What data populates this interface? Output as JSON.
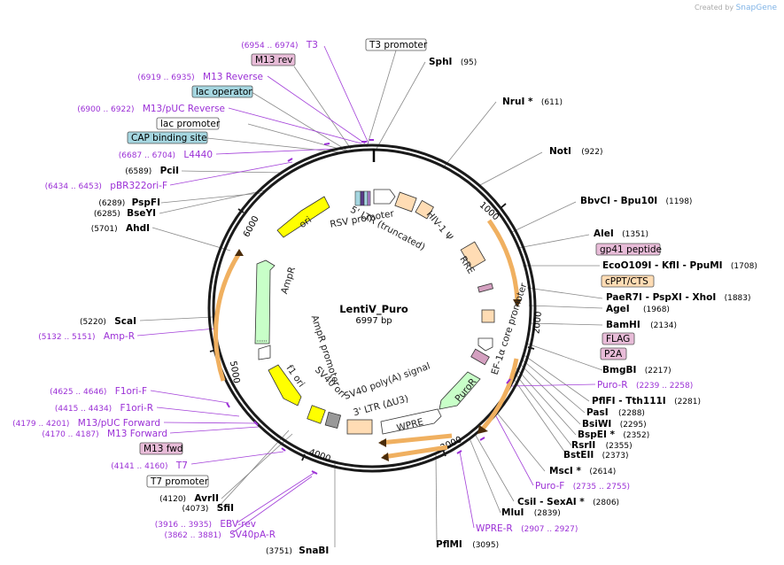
{
  "credit": {
    "prefix": "Created by",
    "brand": "SnapGene"
  },
  "plasmid": {
    "name": "LentiV_Puro",
    "size_label": "6997 bp",
    "size": 6997
  },
  "colors": {
    "enzyme": "#000000",
    "primer": "#9b30d6",
    "backbone": "#1a1a1a",
    "orf_yellow": "#ffff00",
    "orf_green": "#c8ffc8",
    "peach": "#ffdcb4",
    "blue_box": "#a5d6e0",
    "pink_box": "#e8bcd8",
    "orange_arrow": "#f0b060"
  },
  "ticks": [
    "1000",
    "2000",
    "3000",
    "4000",
    "5000",
    "6000"
  ],
  "enzymes_right": [
    {
      "name": "SphI",
      "pos": "(95)"
    },
    {
      "name": "NruI *",
      "pos": "(611)"
    },
    {
      "name": "NotI",
      "pos": "(922)"
    },
    {
      "name": "BbvCI   - Bpu10I",
      "pos": "(1198)"
    },
    {
      "name": "AleI",
      "pos": "(1351)"
    },
    {
      "name": "EcoO109I   - KflI   - PpuMI",
      "pos": "(1708)"
    },
    {
      "name": "PaeR7I   - PspXI   - XhoI",
      "pos": "(1883)"
    },
    {
      "name": "AgeI",
      "pos": "(1968)"
    },
    {
      "name": "BamHI",
      "pos": "(2134)"
    },
    {
      "name": "BmgBI",
      "pos": "(2217)"
    },
    {
      "name": "PflFI   - Tth111I",
      "pos": "(2281)"
    },
    {
      "name": "PasI",
      "pos": "(2288)"
    },
    {
      "name": "BsiWI",
      "pos": "(2295)"
    },
    {
      "name": "BspEI *",
      "pos": "(2352)"
    },
    {
      "name": "RsrII",
      "pos": "(2355)"
    },
    {
      "name": "BstEII",
      "pos": "(2373)"
    },
    {
      "name": "MscI *",
      "pos": "(2614)"
    },
    {
      "name": "CsiI   - SexAI *",
      "pos": "(2806)"
    },
    {
      "name": "MluI",
      "pos": "(2839)"
    },
    {
      "name": "PflMI",
      "pos": "(3095)"
    },
    {
      "name": "SnaBI",
      "pos": "(3751)"
    }
  ],
  "enzymes_left": [
    {
      "name": "PciI",
      "pos": "(6589)"
    },
    {
      "name": "PspFI",
      "pos": "(6289)"
    },
    {
      "name": "BseYI",
      "pos": "(6285)"
    },
    {
      "name": "AhdI",
      "pos": "(5701)"
    },
    {
      "name": "ScaI",
      "pos": "(5220)"
    },
    {
      "name": "AvrII",
      "pos": "(4120)"
    },
    {
      "name": "SfiI",
      "pos": "(4073)"
    }
  ],
  "primers": [
    {
      "name": "T3",
      "pos": "(6954 .. 6974)"
    },
    {
      "name": "M13 Reverse",
      "pos": "(6919 .. 6935)"
    },
    {
      "name": "M13/pUC Reverse",
      "pos": "(6900 .. 6922)"
    },
    {
      "name": "L4440",
      "pos": "(6687 .. 6704)"
    },
    {
      "name": "pBR322ori-F",
      "pos": "(6434 .. 6453)"
    },
    {
      "name": "Amp-R",
      "pos": "(5132 .. 5151)"
    },
    {
      "name": "F1ori-F",
      "pos": "(4625 .. 4646)"
    },
    {
      "name": "F1ori-R",
      "pos": "(4415 .. 4434)"
    },
    {
      "name": "M13/pUC Forward",
      "pos": "(4179 .. 4201)"
    },
    {
      "name": "M13 Forward",
      "pos": "(4170 .. 4187)"
    },
    {
      "name": "T7",
      "pos": "(4141 .. 4160)"
    },
    {
      "name": "EBV-rev",
      "pos": "(3916 .. 3935)"
    },
    {
      "name": "SV40pA-R",
      "pos": "(3862 .. 3881)"
    },
    {
      "name": "Puro-R",
      "pos": "(2239 .. 2258)"
    },
    {
      "name": "Puro-F",
      "pos": "(2735 .. 2755)"
    },
    {
      "name": "WPRE-R",
      "pos": "(2907 .. 2927)"
    }
  ],
  "boxes": {
    "t3_promoter": "T3 promoter",
    "m13_rev": "M13 rev",
    "lac_operator": "lac operator",
    "lac_promoter": "lac promoter",
    "cap_binding": "CAP binding site",
    "gp41": "gp41 peptide",
    "cppt": "cPPT/CTS",
    "flag": "FLAG",
    "p2a": "P2A",
    "m13_fwd": "M13 fwd",
    "t7_promoter": "T7 promoter"
  },
  "features": {
    "rsv_promoter": "RSV promoter",
    "ltr5": "5' LTR (truncated)",
    "hiv_psi": "HIV-1 Ψ",
    "rre": "RRE",
    "ef1a": "EF-1α core promoter",
    "puror": "PuroR",
    "wpre": "WPRE",
    "sv40_polya": "SV40 poly(A) signal",
    "ltr3": "3' LTR (ΔU3)",
    "sv40_ori": "SV40 ori",
    "f1_ori": "f1 ori",
    "ampr_promoter": "AmpR promoter",
    "ampr": "AmpR",
    "ori": "ori"
  }
}
